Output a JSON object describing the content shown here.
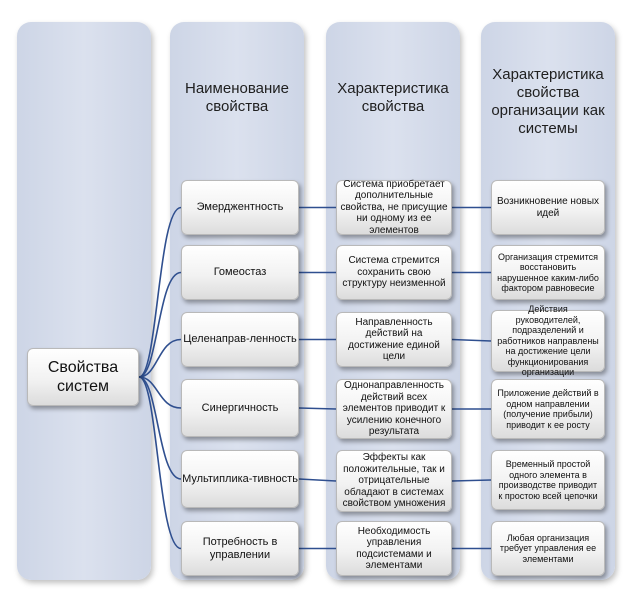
{
  "root": "Свойства систем",
  "headers": [
    "Наименование свойства",
    "Характеристика свойства",
    "Характеристика свойства организации как системы"
  ],
  "rows": [
    {
      "property": "Эмерджентность",
      "characteristic": "Система приобретает дополнительные свойства, не присущие ни одному из ее элементов",
      "organization": "Возникновение новых идей"
    },
    {
      "property": "Гомеостаз",
      "characteristic": "Система стремится сохранить свою структуру неизменной",
      "organization": "Организация стремится восстановить нарушенное каким-либо фактором равновесие"
    },
    {
      "property": "Целенаправ-ленность",
      "characteristic": "Направленность действий на достижение единой цели",
      "organization": "Действия руководителей, подразделений и работников направлены на достижение цели функционирования организации"
    },
    {
      "property": "Синергичность",
      "characteristic": "Однонаправленность действий всех элементов приводит к усилению конечного результата",
      "organization": "Приложение действий в одном направлении (получение прибыли) приводит к ее росту"
    },
    {
      "property": "Мультиплика-тивность",
      "characteristic": "Эффекты как положительные, так и отрицательные обладают в системах свойством умножения",
      "organization": "Временный простой одного элемента в производстве приводит к простою всей цепочки"
    },
    {
      "property": "Потребность в управлении",
      "characteristic": "Необходимость управления подсистемами и элементами",
      "organization": "Любая организация требует управления ее элементами"
    }
  ],
  "colors": {
    "panel": "#d5dcea",
    "connector": "#2f4f8f"
  }
}
